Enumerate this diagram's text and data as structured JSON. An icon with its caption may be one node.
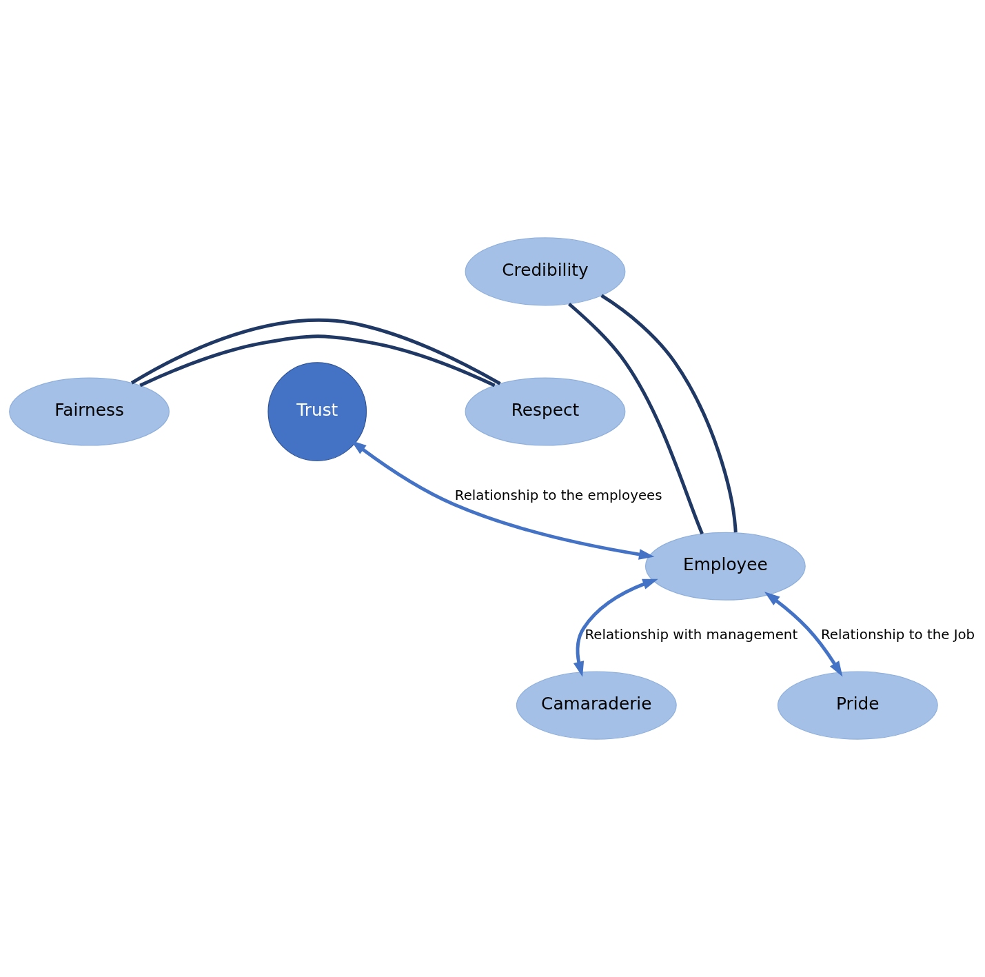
{
  "diagram": {
    "nodes": [
      {
        "text": [
          "Credibility"
        ]
      },
      {
        "text": [
          "Trust"
        ]
      },
      {
        "text": [
          "Fairness"
        ]
      },
      {
        "text": [
          "Respect"
        ]
      },
      {
        "text": [
          "Employee"
        ]
      },
      {
        "text": [
          "Camaraderie"
        ]
      },
      {
        "text": [
          "Pride"
        ]
      }
    ],
    "edges": [
      {
        "from": 0,
        "to": 4,
        "arrow": "none"
      },
      {
        "from": 0,
        "to": 4,
        "arrow": "none"
      },
      {
        "from": 2,
        "to": 3,
        "arrow": "none"
      },
      {
        "from": 2,
        "to": 3,
        "arrow": "none"
      },
      {
        "from": 4,
        "to": 1,
        "arrow": "both",
        "label": "Relationship to the employees",
        "color": "#4472c4"
      },
      {
        "from": 4,
        "to": 5,
        "arrow": "both",
        "label": "Relationship with management",
        "color": "#4472c4"
      },
      {
        "from": 4,
        "to": 6,
        "arrow": "both",
        "label": "Relationship to the Job",
        "color": "#4472c4"
      }
    ]
  }
}
